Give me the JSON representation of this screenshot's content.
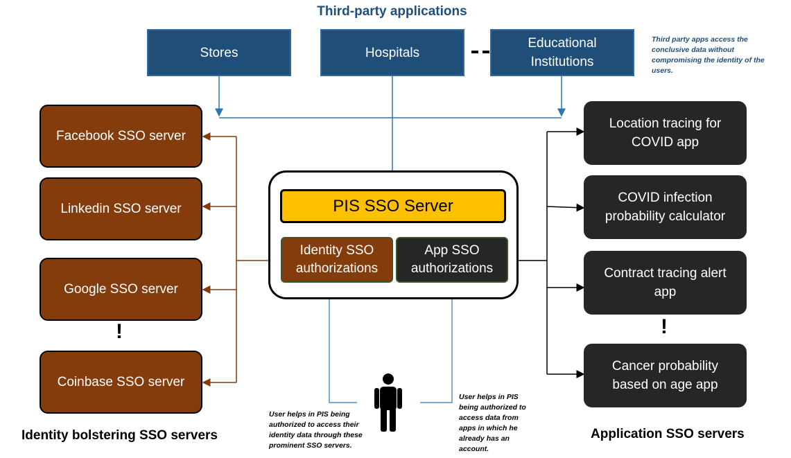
{
  "third_party": {
    "heading": "Third-party applications",
    "stores": "Stores",
    "hospitals": "Hospitals",
    "educational": "Educational Institutions",
    "note": "Third party apps access the conclusive data without compromising the identity of the users."
  },
  "identity_servers": {
    "facebook": "Facebook SSO server",
    "linkedin": "Linkedin SSO server",
    "google": "Google SSO server",
    "ellipsis": "!",
    "coinbase": "Coinbase SSO server",
    "label": "Identity bolstering SSO servers"
  },
  "pis": {
    "title": "PIS SSO Server",
    "identity_auth": "Identity SSO authorizations",
    "app_auth": "App SSO authorizations"
  },
  "app_servers": {
    "location": "Location tracing for COVID app",
    "infection": "COVID infection probability calculator",
    "contract": "Contract tracing alert app",
    "ellipsis": "!",
    "cancer": "Cancer probability based on age app",
    "label": "Application SSO servers"
  },
  "user_notes": {
    "left": "User helps in PIS being authorized to access their identity data through these prominent SSO servers.",
    "right": "User helps in PIS being authorized to access data from apps in which he already has an account."
  },
  "colors": {
    "navy": "#1f4e79",
    "brown": "#843c0c",
    "dark": "#262626",
    "gold": "#ffc000",
    "user_arrow": "#2e75b6"
  }
}
